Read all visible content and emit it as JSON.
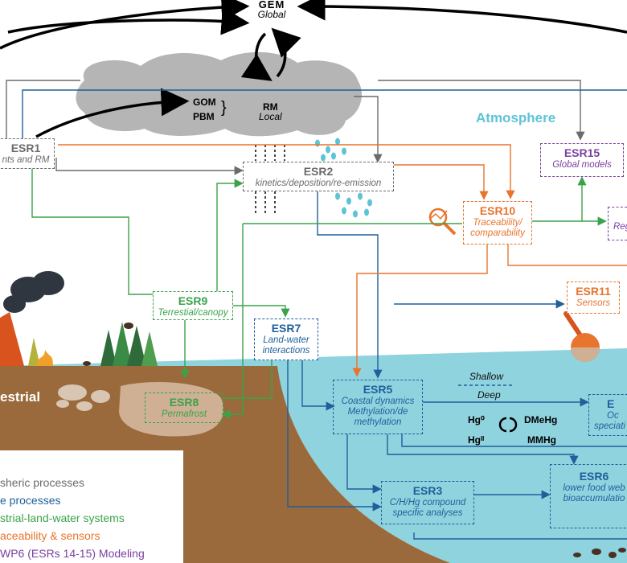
{
  "gem": {
    "title": "GEM",
    "subtitle": "Global"
  },
  "cloud": {
    "gom": "GOM",
    "pbm": "PBM",
    "rm_title": "RM",
    "rm_subtitle": "Local"
  },
  "atmosphere_label": "Atmosphere",
  "terrestrial_label": "estrial",
  "boxes": {
    "esr1": {
      "title": "ESR1",
      "subtitle": "nts and RM"
    },
    "esr2": {
      "title": "ESR2",
      "subtitle": "kinetics/deposition/re-emission"
    },
    "esr15": {
      "title": "ESR15",
      "subtitle": "Global models"
    },
    "esr10": {
      "title": "ESR10",
      "subtitle_1": "Traceability/",
      "subtitle_2": "comparability"
    },
    "esr_regional": {
      "title": "",
      "subtitle": "Reg"
    },
    "esr11": {
      "title": "ESR11",
      "subtitle": "Sensors"
    },
    "esr9": {
      "title": "ESR9",
      "subtitle": "Terrestial/canopy"
    },
    "esr7": {
      "title": "ESR7",
      "subtitle_1": "Land-water",
      "subtitle_2": "interactions"
    },
    "esr8": {
      "title": "ESR8",
      "subtitle": "Permafrost"
    },
    "esr5": {
      "title": "ESR5",
      "subtitle_1": "Coastal dynamics",
      "subtitle_2": "Methylation/de",
      "subtitle_3": "methylation"
    },
    "esr_ocean": {
      "title": "E",
      "subtitle_1": "Oc",
      "subtitle_2": "speciati"
    },
    "esr3": {
      "title": "ESR3",
      "subtitle_1": "C/H/Hg compound",
      "subtitle_2": "specific analyses"
    },
    "esr6": {
      "title": "ESR6",
      "subtitle_1": "lower food web",
      "subtitle_2": "bioaccumulatio"
    }
  },
  "water": {
    "shallow": "Shallow",
    "deep": "Deep"
  },
  "species": {
    "hg0": "Hg⁰",
    "hgii": "Hgᴵᴵ",
    "dmehg": "DMeHg",
    "mmhg": "MMHg"
  },
  "legend": [
    {
      "text": "sheric processes",
      "color": "#6b6b6b"
    },
    {
      "text": "e processes",
      "color": "#1f5f9c"
    },
    {
      "text": "strial-land-water systems",
      "color": "#3aa34a"
    },
    {
      "text": "aceability & sensors",
      "color": "#e8742e"
    },
    {
      "text": "WP6 (ESRs 14-15) Modeling",
      "color": "#7b3fa0"
    }
  ],
  "colors": {
    "gray": "#6b6b6b",
    "blue": "#1f5f9c",
    "green": "#3aa34a",
    "orange": "#e8742e",
    "purple": "#7b3fa0",
    "water": "#8fd3de",
    "soil": "#9b6a3c",
    "cloud": "#b5b5b5",
    "atmosphere": "#5ec3d6"
  }
}
